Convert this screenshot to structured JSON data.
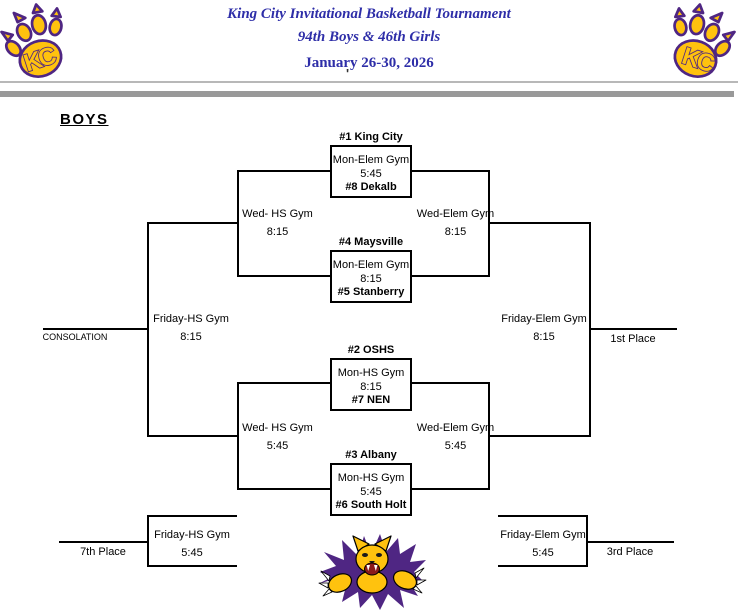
{
  "header": {
    "title": "King City Invitational Basketball Tournament",
    "subtitle": "94th Boys & 46th Girls",
    "dates": "January 26-30, 2026",
    "stray_mark": "'",
    "logo_text": "KC"
  },
  "section_heading": "BOYS",
  "bracket": {
    "games": [
      {
        "top_seed": "#1 King City",
        "venue": "Mon-Elem Gym",
        "time": "5:45",
        "bottom_seed": "#8 Dekalb"
      },
      {
        "top_seed": "#4 Maysville",
        "venue": "Mon-Elem Gym",
        "time": "8:15",
        "bottom_seed": "#5 Stanberry"
      },
      {
        "top_seed": "#2 OSHS",
        "venue": "Mon-HS Gym",
        "time": "8:15",
        "bottom_seed": "#7 NEN"
      },
      {
        "top_seed": "#3 Albany",
        "venue": "Mon-HS Gym",
        "time": "5:45",
        "bottom_seed": "#6 South Holt"
      }
    ],
    "semifinals": [
      {
        "venue": "Wed- HS Gym",
        "time": "8:15"
      },
      {
        "venue": "Wed-Elem Gym",
        "time": "8:15"
      },
      {
        "venue": "Wed- HS Gym",
        "time": "5:45"
      },
      {
        "venue": "Wed-Elem Gym",
        "time": "5:45"
      }
    ],
    "finals": [
      {
        "venue": "Friday-HS Gym",
        "time": "8:15"
      },
      {
        "venue": "Friday-Elem Gym",
        "time": "8:15"
      },
      {
        "venue": "Friday-HS Gym",
        "time": "5:45"
      },
      {
        "venue": "Friday-Elem Gym",
        "time": "5:45"
      }
    ],
    "placements": {
      "consolation": "CONSOLATION",
      "first": "1st Place",
      "seventh": "7th Place",
      "third": "3rd Place"
    }
  },
  "colors": {
    "gold": "#FFC20E",
    "purple": "#4F2683",
    "title_blue": "#2E2EA8",
    "bar_gray": "#999999"
  }
}
